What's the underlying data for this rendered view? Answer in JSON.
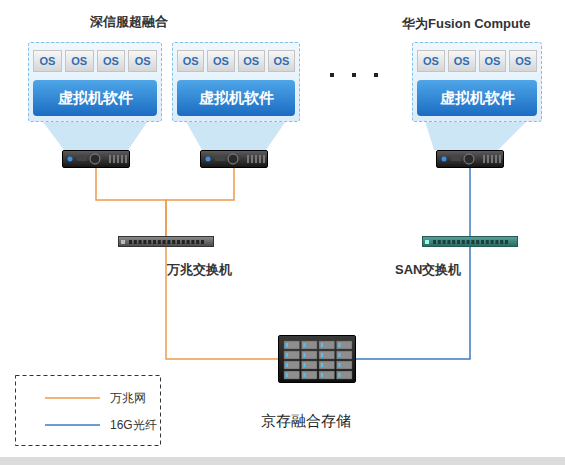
{
  "diagram": {
    "nodes": [
      {
        "text": []
      },
      {
        "text": [
          "OS"
        ],
        "in": 0
      },
      {
        "text": [
          "OS"
        ],
        "in": 0
      },
      {
        "text": [
          "OS"
        ],
        "in": 0
      },
      {
        "text": [
          "OS"
        ],
        "in": 0
      },
      {
        "text": [
          "虚拟机软件"
        ],
        "in": 0
      },
      {
        "text": []
      },
      {
        "text": [
          "OS"
        ],
        "in": 6
      },
      {
        "text": [
          "OS"
        ],
        "in": 6
      },
      {
        "text": [
          "OS"
        ],
        "in": 6
      },
      {
        "text": [
          "OS"
        ],
        "in": 6
      },
      {
        "text": [
          "虚拟机软件"
        ],
        "in": 6
      },
      {
        "text": []
      },
      {
        "text": [
          "OS"
        ],
        "in": 12
      },
      {
        "text": [
          "OS"
        ],
        "in": 12
      },
      {
        "text": [
          "OS"
        ],
        "in": 12
      },
      {
        "text": [
          "OS"
        ],
        "in": 12
      },
      {
        "text": [
          "虚拟机软件"
        ],
        "in": 12
      },
      {
        "text": []
      },
      {
        "text": []
      },
      {
        "text": []
      },
      {
        "text": [
          "万兆交换机"
        ]
      },
      {
        "text": [
          "SAN交换机"
        ]
      },
      {
        "text": [
          "京存融合存储"
        ]
      }
    ],
    "edges": [
      {
        "from": 18,
        "to": 21,
        "arrow": "none"
      },
      {
        "from": 19,
        "to": 21,
        "arrow": "none"
      },
      {
        "from": 20,
        "to": 22,
        "arrow": "none"
      },
      {
        "from": 21,
        "to": 23,
        "arrow": "none"
      },
      {
        "from": 22,
        "to": 23,
        "arrow": "none"
      }
    ],
    "labels": [
      "深信服超融合",
      "华为Fusion Compute"
    ],
    "legend": [
      {
        "text": "万兆网"
      },
      {
        "text": "16G光纤"
      }
    ]
  }
}
